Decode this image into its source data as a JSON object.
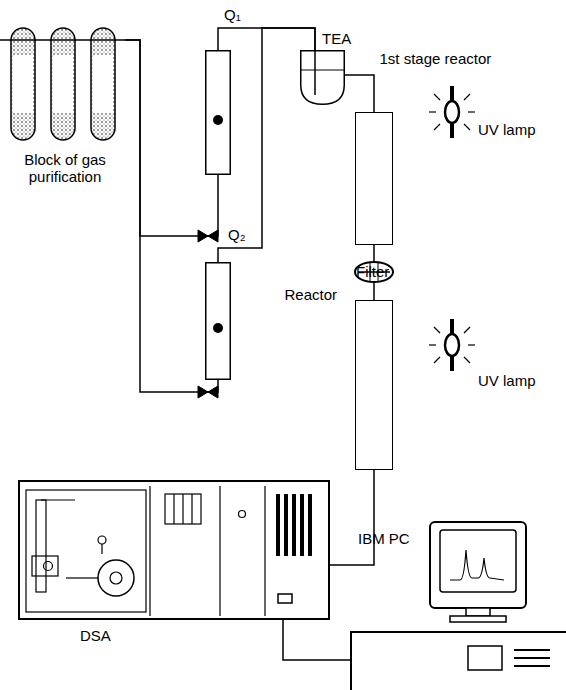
{
  "diagram": {
    "nodes": [
      {
        "text": [
          "Block of gas purification"
        ]
      },
      {
        "text": [
          "Q₁"
        ]
      },
      {
        "text": [
          "Q₂"
        ]
      },
      {
        "text": [
          "TEA"
        ]
      },
      {
        "text": [
          "1st stage reactor"
        ]
      },
      {
        "text": [
          "Filter"
        ]
      },
      {
        "text": [
          "Reactor"
        ]
      },
      {
        "text": [
          "DSA"
        ]
      },
      {
        "text": [
          "IBM PC"
        ]
      }
    ],
    "edges": [
      {
        "from": 0,
        "to": 1,
        "arrow": "none"
      },
      {
        "from": 0,
        "to": 2,
        "arrow": "none"
      },
      {
        "from": 1,
        "to": 3,
        "arrow": "none"
      },
      {
        "from": 2,
        "to": 3,
        "arrow": "none"
      },
      {
        "from": 3,
        "to": 4,
        "arrow": "none"
      },
      {
        "from": 4,
        "to": 5,
        "arrow": "none"
      },
      {
        "from": 5,
        "to": 6,
        "arrow": "none"
      },
      {
        "from": 6,
        "to": 7,
        "arrow": "none"
      },
      {
        "from": 7,
        "to": 8,
        "arrow": "none"
      }
    ],
    "labels": [
      "UV lamp",
      "UV lamp"
    ]
  }
}
